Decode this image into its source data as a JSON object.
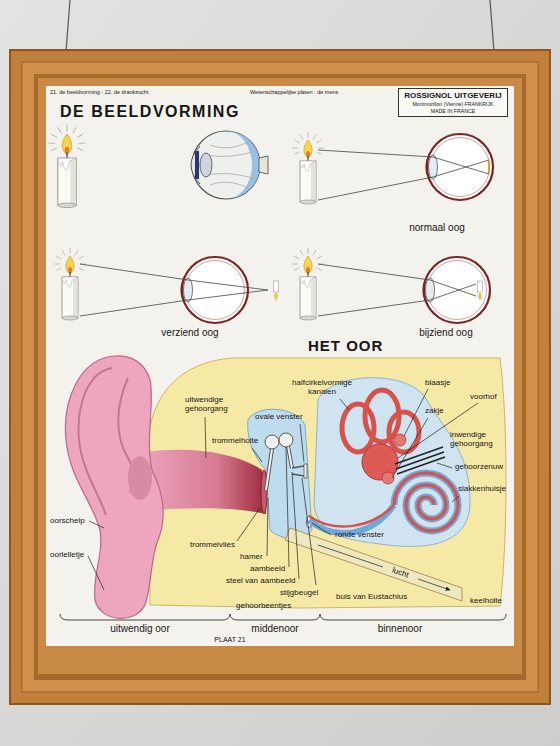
{
  "diagram": {
    "title": "DE BEELDVORMING",
    "nodes": [
      {
        "text": [
          "ROSSIGNOL UITGEVERIJ",
          "Montmorillon (Vienne) FRANKRIJK",
          "MADE IN FRANCE"
        ]
      }
    ],
    "labels": [
      "21. de beeldvorming - 22. de drankzucht",
      "Wetenschappelijke platen : de mens",
      "normaal oog",
      "verziend oog",
      "bijziend oog",
      "HET OOR",
      "uitwendige gehoorgang",
      "ovale venster",
      "trommelholte",
      "halfcirkelvormige kanalen",
      "blaasje",
      "voorhof",
      "zakje",
      "inwendige gehoorgang",
      "gehoorzenuw",
      "slakkenhuisje",
      "trommelvlies",
      "hamer",
      "aambeeld",
      "steel van aambeeld",
      "stijgbeugel",
      "gehoorbeentjes",
      "ronde venster",
      "lucht",
      "buis van Eustachius",
      "keelholte",
      "oorschelp",
      "oorlelletje",
      "uitwendig oor",
      "middenoor",
      "binnenoor",
      "PLAAT 21"
    ]
  }
}
